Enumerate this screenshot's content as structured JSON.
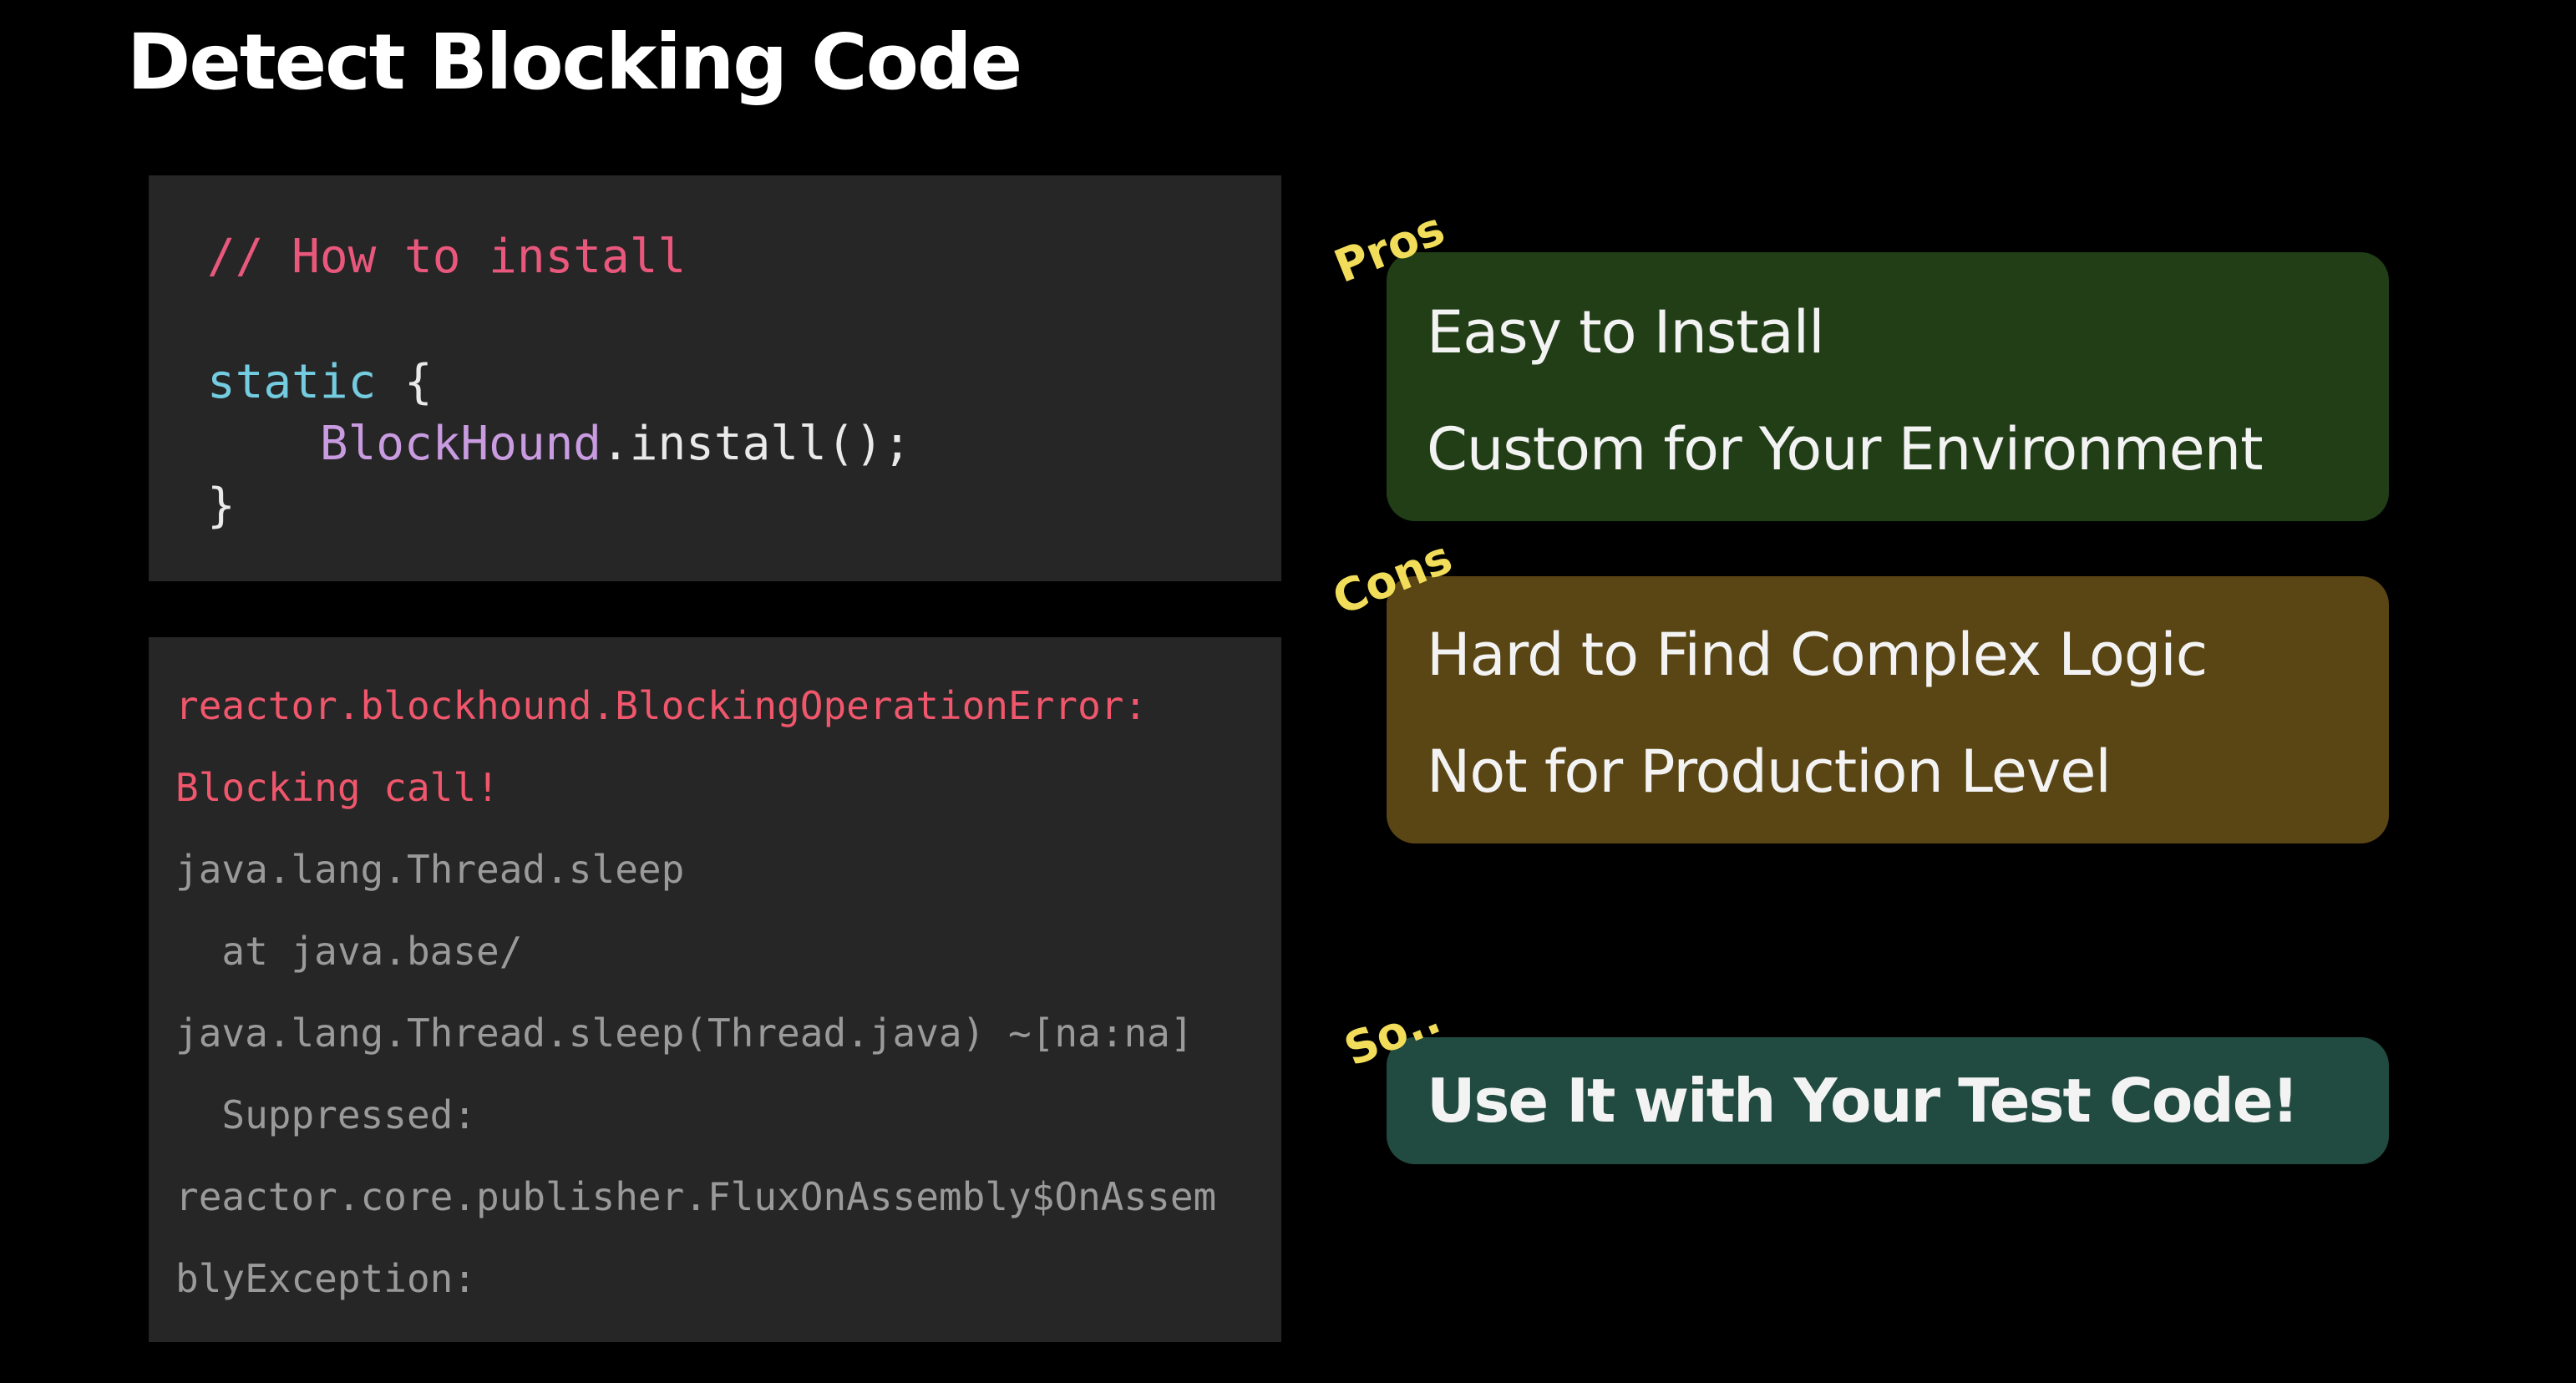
{
  "slide": {
    "title": "Detect Blocking Code"
  },
  "install_code": {
    "comment": "// How to install",
    "keyword": "static",
    "open_brace": " {",
    "class_name": "BlockHound",
    "call": ".install();",
    "close_brace": "}"
  },
  "error_log": {
    "lines": [
      "reactor.blockhound.BlockingOperationError:",
      "Blocking call!",
      "java.lang.Thread.sleep",
      "  at java.base/",
      "java.lang.Thread.sleep(Thread.java) ~[na:na]",
      "  Suppressed:",
      "reactor.core.publisher.FluxOnAssembly$OnAssem",
      "blyException:"
    ]
  },
  "pros": {
    "tag": "Pros",
    "items": [
      "Easy to Install",
      "Custom for Your Environment"
    ]
  },
  "cons": {
    "tag": "Cons",
    "items": [
      "Hard to Find Complex Logic",
      "Not for Production Level"
    ]
  },
  "so": {
    "tag": "So..",
    "items": [
      "Use It with Your Test Code!"
    ]
  },
  "colors": {
    "background": "#000000",
    "code_panel": "#262626",
    "pros_card": "#213e16",
    "cons_card": "#5a4514",
    "so_card": "#214b40",
    "tag_yellow": "#f2dd5a",
    "error_red": "#f0566c"
  }
}
